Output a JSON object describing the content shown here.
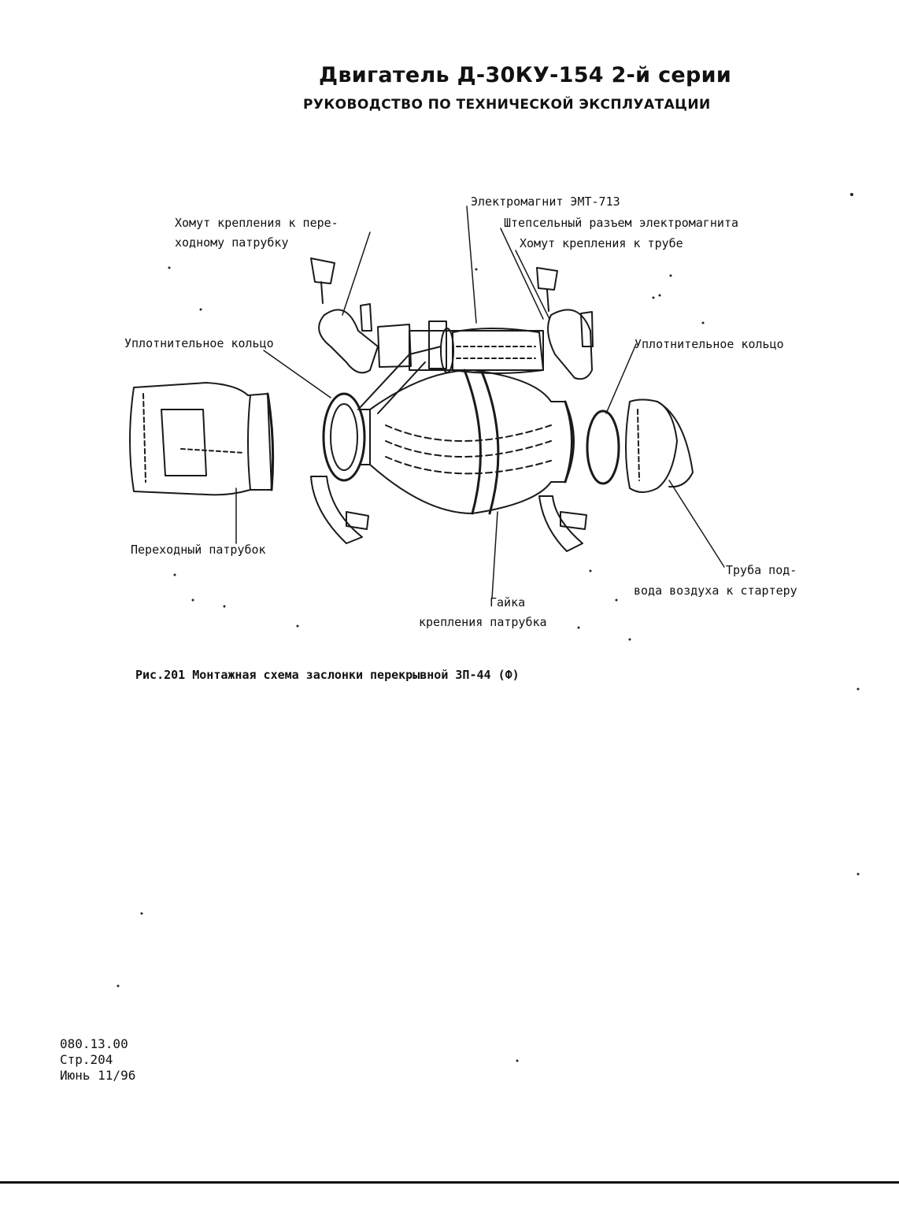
{
  "header": {
    "title": "Двигатель Д-30КУ-154 2-й серии",
    "subtitle": "РУКОВОДСТВО ПО ТЕХНИЧЕСКОЙ ЭКСПЛУАТАЦИИ"
  },
  "figure": {
    "labels": {
      "electromagnet": "Электромагнит ЭМТ-713",
      "plug_connector": "Штепсельный разъем электромагнита",
      "clamp_pipe": "Хомут крепления к трубе",
      "clamp_adapter_1": "Хомут крепления к пере-",
      "clamp_adapter_2": "ходному патрубку",
      "seal_ring_left": "Уплотнительное кольцо",
      "seal_ring_right": "Уплотнительное кольцо",
      "adapter_pipe": "Переходный патрубок",
      "nut_1": "Гайка",
      "nut_2": "крепления патрубка",
      "supply_pipe_1": "Труба под-",
      "supply_pipe_2": "вода воздуха к стартеру"
    },
    "caption": "Рис.201 Монтажная схема заслонки перекрывной ЗП-44 (Ф)"
  },
  "footer": {
    "doc_code": "080.13.00",
    "page": "Стр.204",
    "date": "Июнь 11/96"
  }
}
